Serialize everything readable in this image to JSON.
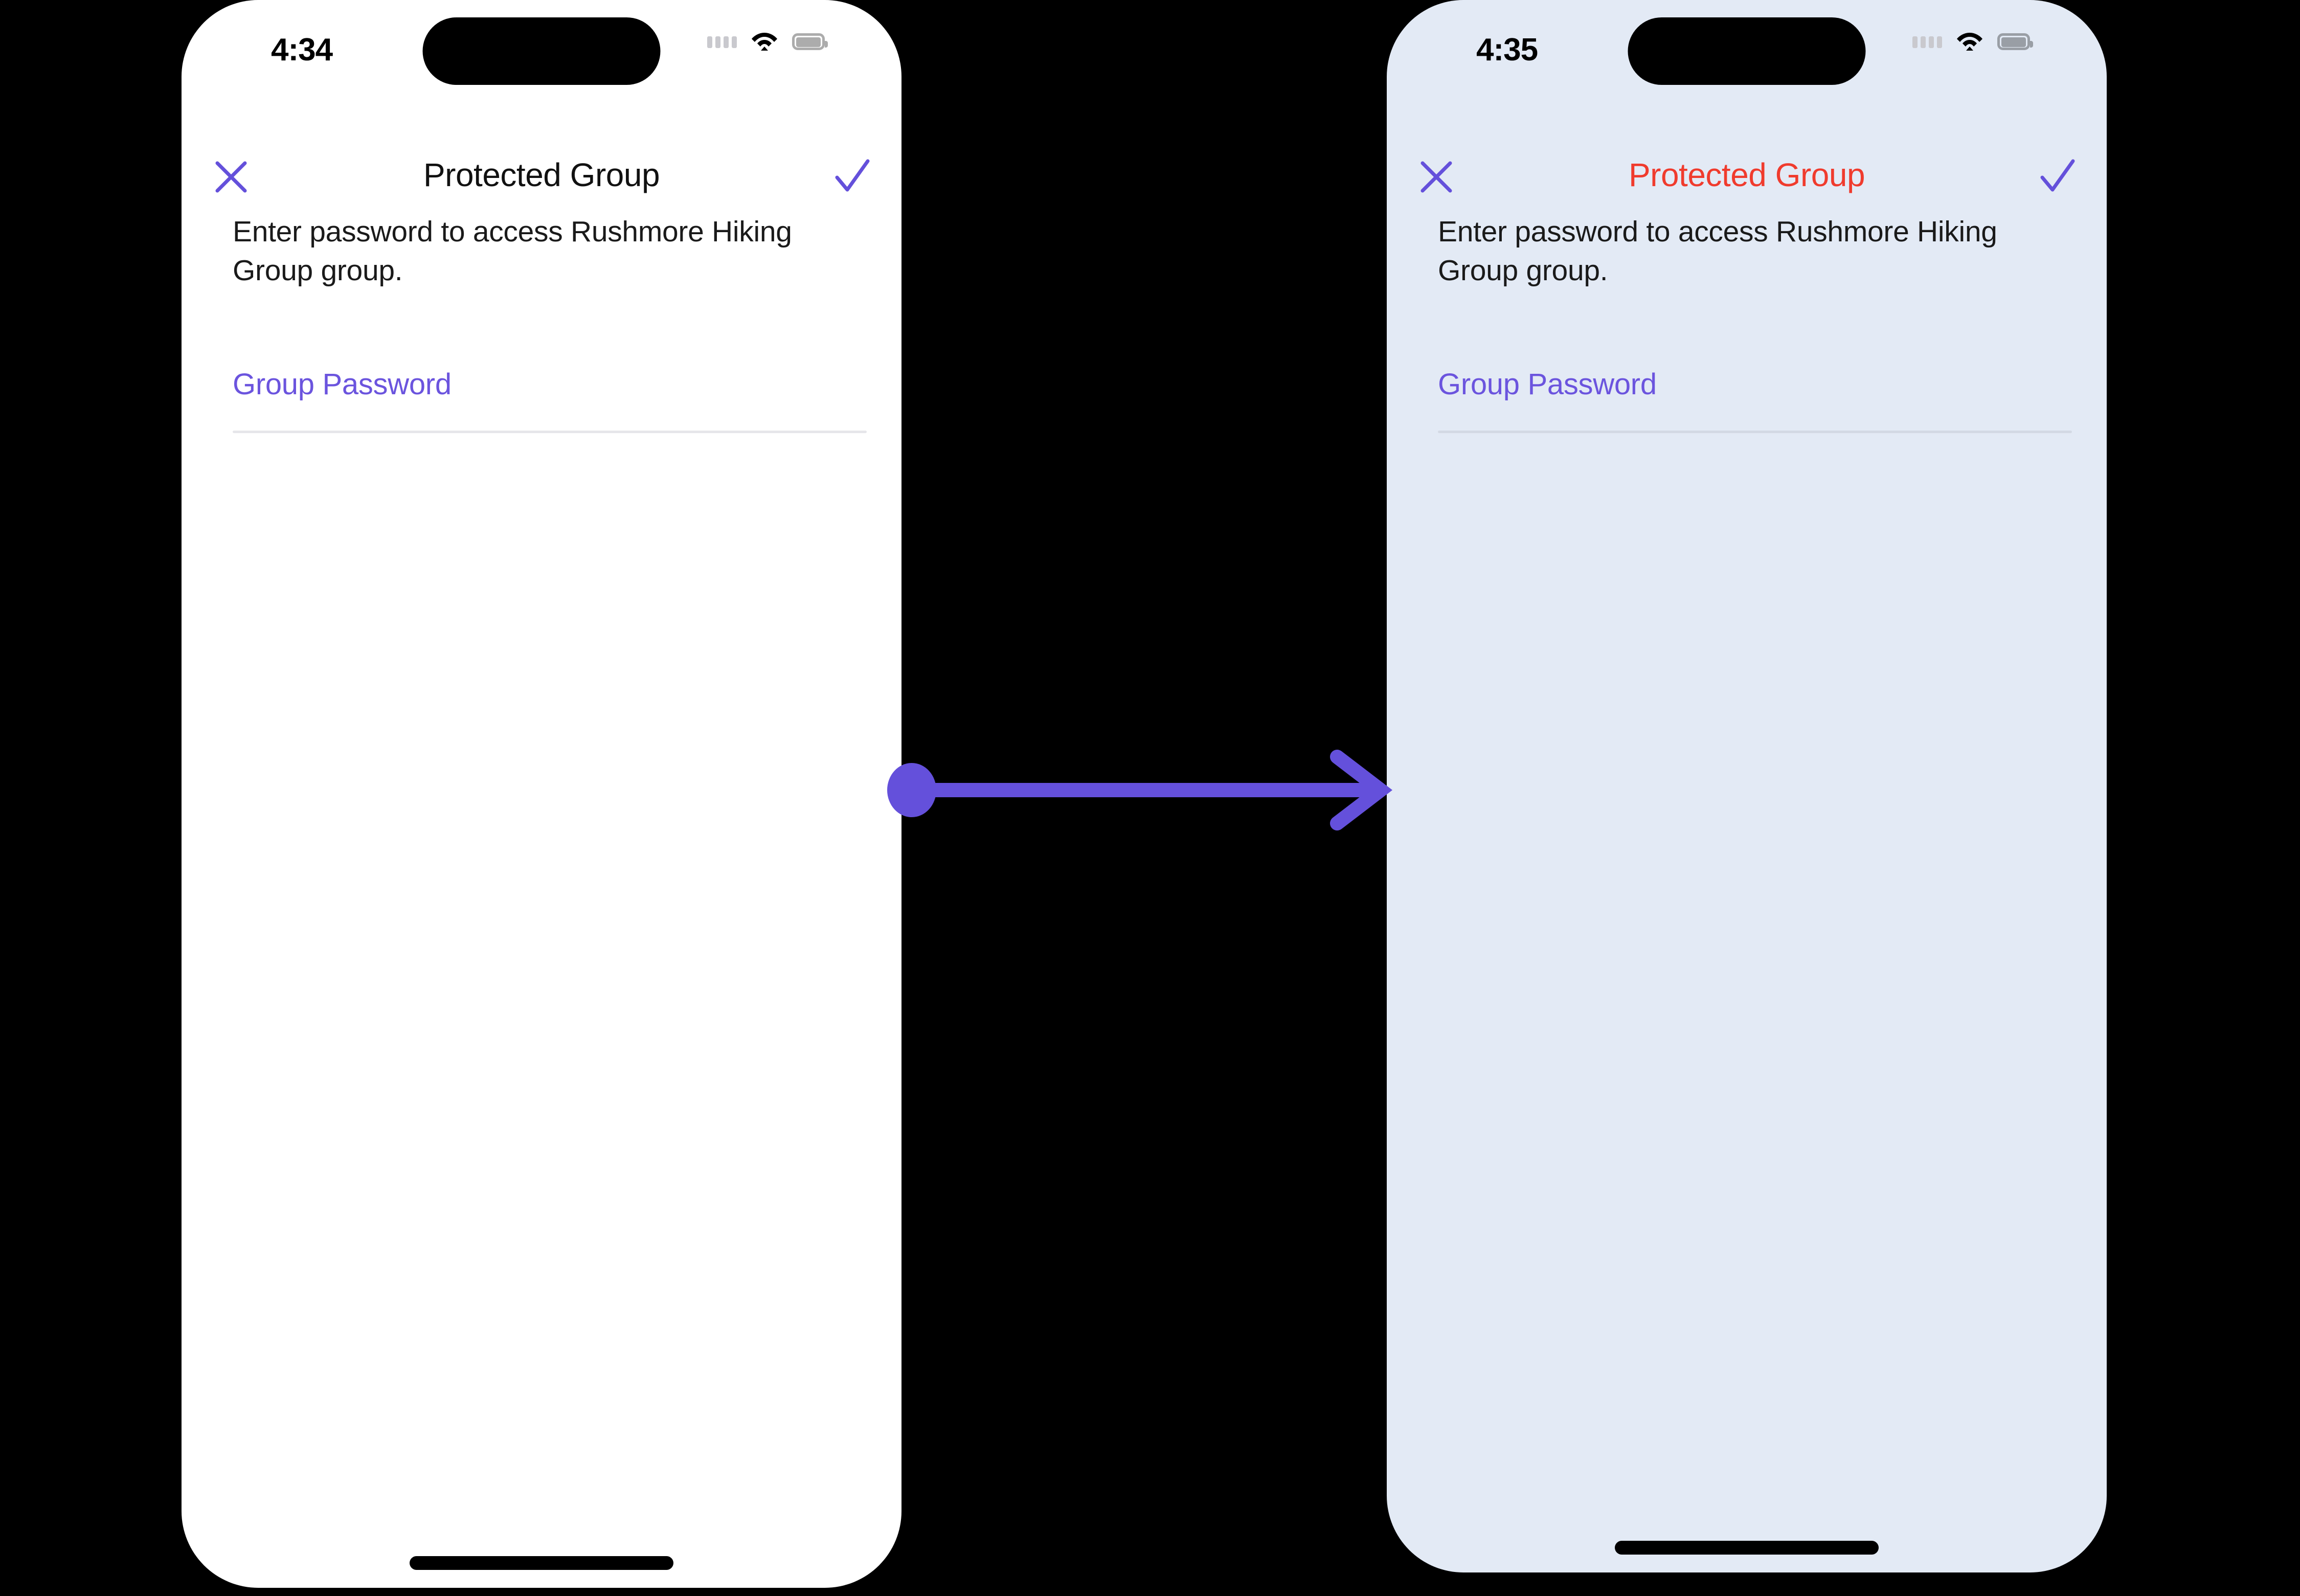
{
  "accent": {
    "purple": "#6450DB",
    "label_purple": "#6B54DE",
    "error_red": "#F03B2D",
    "screen_bg_normal": "#FFFFFF",
    "screen_bg_error": "#E3EAF5",
    "underline": "#E6E6EA"
  },
  "screens": [
    {
      "id": "before",
      "status": {
        "time": "4:34",
        "cellular_icon": "cellular-dots-icon",
        "wifi_icon": "wifi-icon",
        "battery_icon": "battery-icon",
        "dynamic_island": "dynamic-island"
      },
      "nav": {
        "close_icon": "close-icon",
        "title": "Protected Group",
        "title_state": "normal",
        "confirm_icon": "checkmark-icon"
      },
      "main": {
        "instructions": "Enter password to access Rushmore Hiking Group group.",
        "password_field": {
          "label": "Group Password",
          "value": "",
          "placeholder": ""
        }
      },
      "home_indicator": "home-indicator"
    },
    {
      "id": "after",
      "status": {
        "time": "4:35",
        "cellular_icon": "cellular-dots-icon",
        "wifi_icon": "wifi-icon",
        "battery_icon": "battery-icon",
        "dynamic_island": "dynamic-island"
      },
      "nav": {
        "close_icon": "close-icon",
        "title": "Protected Group",
        "title_state": "error",
        "confirm_icon": "checkmark-icon"
      },
      "main": {
        "instructions": "Enter password to access Rushmore Hiking Group group.",
        "password_field": {
          "label": "Group Password",
          "value": "",
          "placeholder": ""
        }
      },
      "home_indicator": "home-indicator"
    }
  ],
  "transition": {
    "icon": "arrow-right-icon",
    "label": ""
  }
}
